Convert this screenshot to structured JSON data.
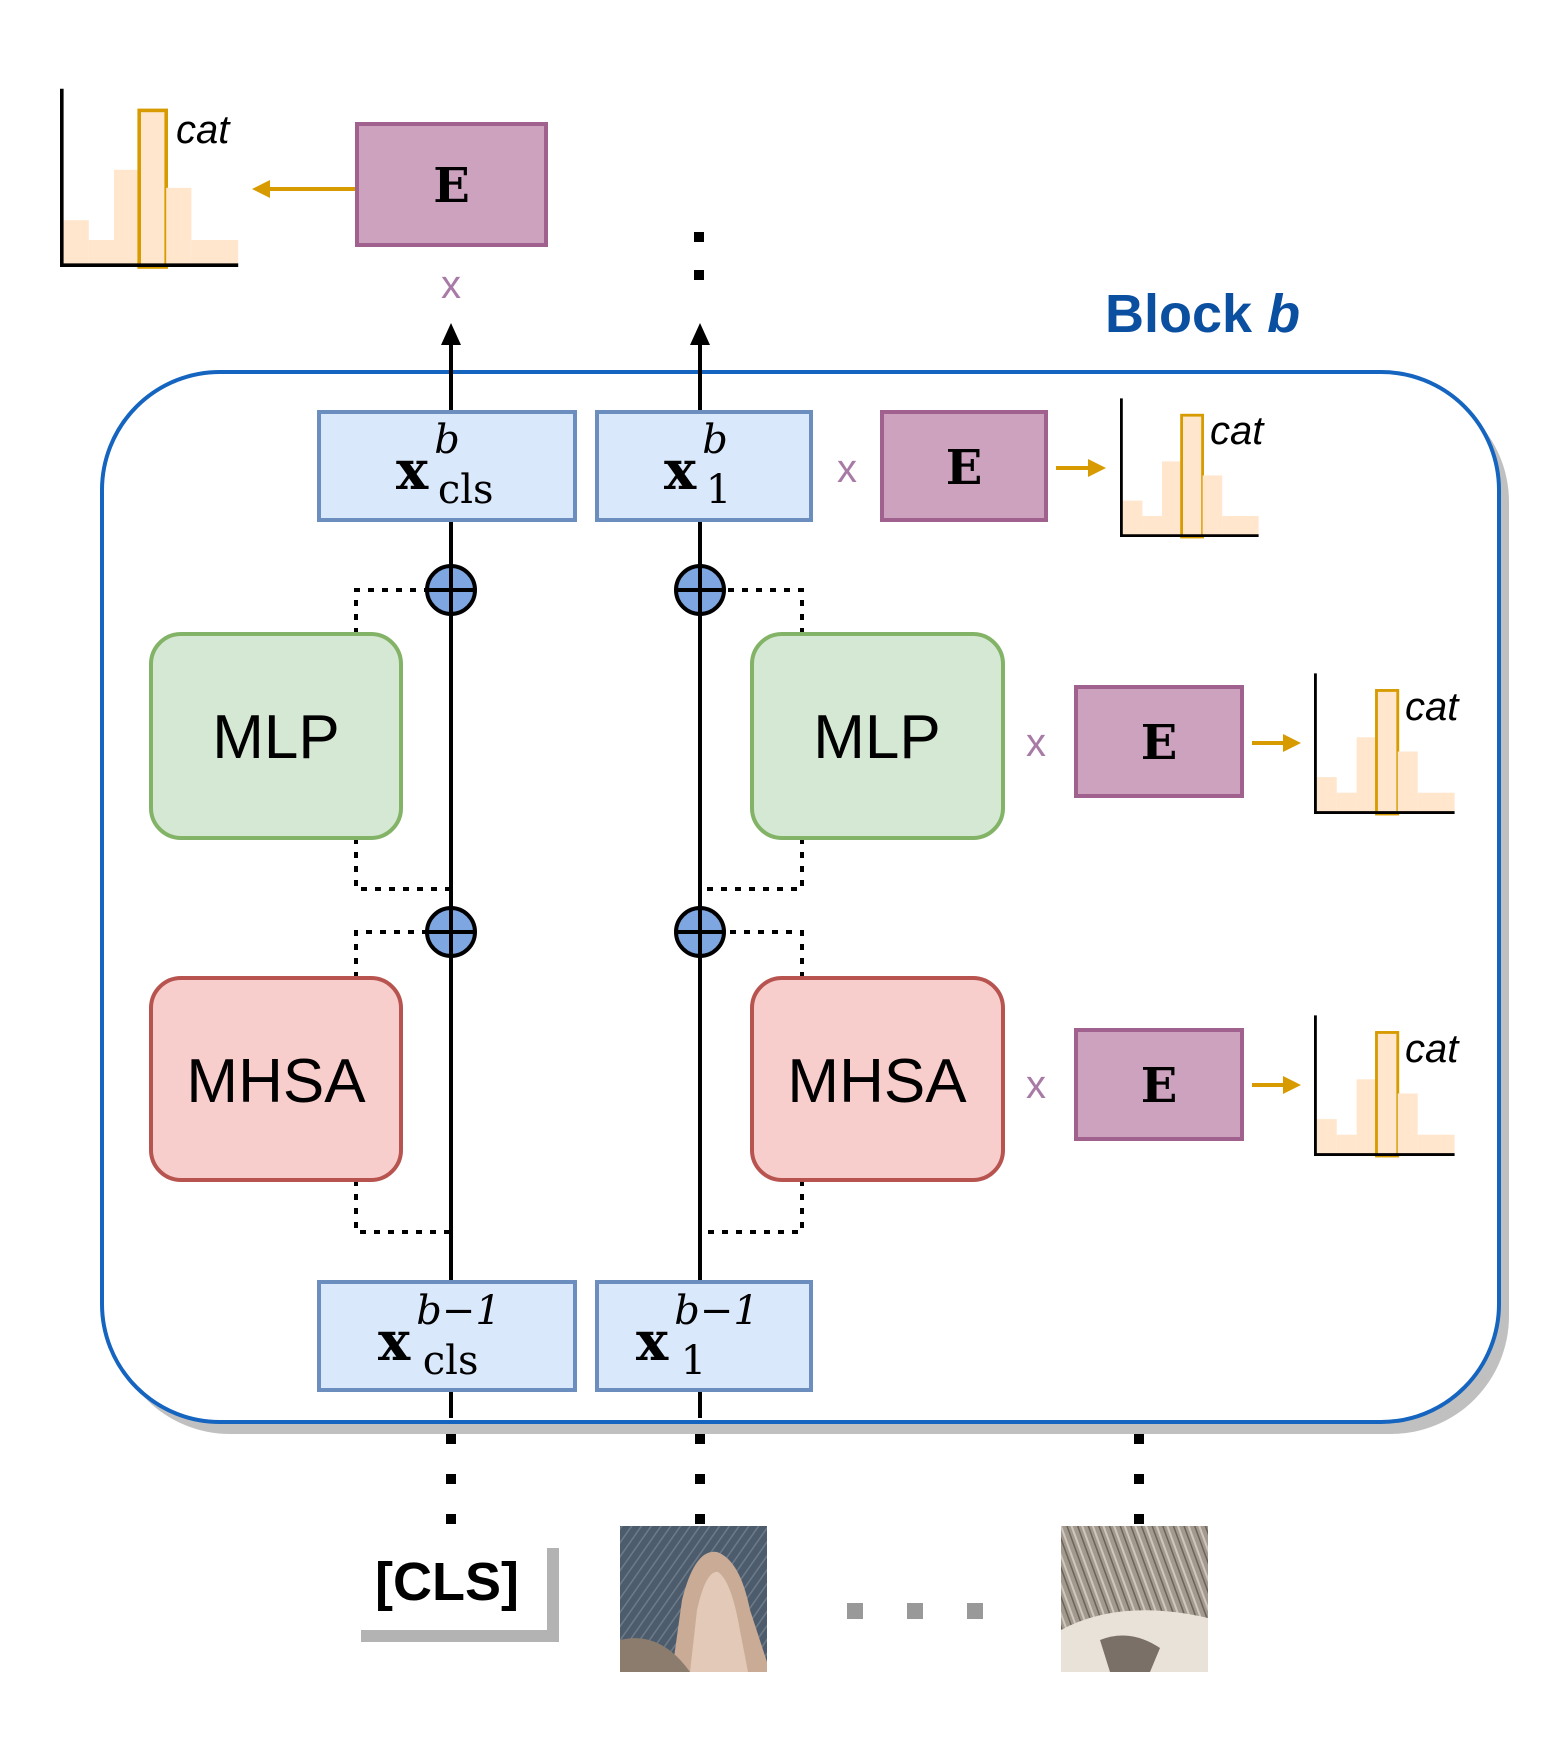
{
  "block_title": {
    "prefix": "Block",
    "var": "b"
  },
  "modules": {
    "mlp": "MLP",
    "mhsa": "MHSA",
    "e": "E"
  },
  "multiply_symbol": "x",
  "class_label": "cat",
  "cls_token": "[CLS]",
  "tokens": {
    "cls_out": {
      "base": "x",
      "sup": "b",
      "sub": "cls"
    },
    "p1_out": {
      "base": "x",
      "sup": "b",
      "sub": "1"
    },
    "cls_in": {
      "base": "x",
      "sup": "b−1",
      "sub": "cls"
    },
    "p1_in": {
      "base": "x",
      "sup": "b−1",
      "sub": "1"
    }
  },
  "image_patches": [
    {
      "name": "cat-ear-patch",
      "kind": "photo"
    },
    {
      "name": "cat-fur-patch",
      "kind": "photo"
    }
  ],
  "colors": {
    "block_border": "#1565c0",
    "block_title": "#0b4fa0",
    "token_fill": "#dae8fc",
    "token_stroke": "#6c8ebf",
    "mlp_fill": "#d5e8d4",
    "mlp_stroke": "#82b366",
    "mhsa_fill": "#f8cecc",
    "mhsa_stroke": "#b85450",
    "e_fill": "#cda2be",
    "e_stroke": "#a1618f",
    "arrow_orange": "#d79b00",
    "hist_fill": "#ffe6cc",
    "add_fill": "#7ea6e0"
  }
}
